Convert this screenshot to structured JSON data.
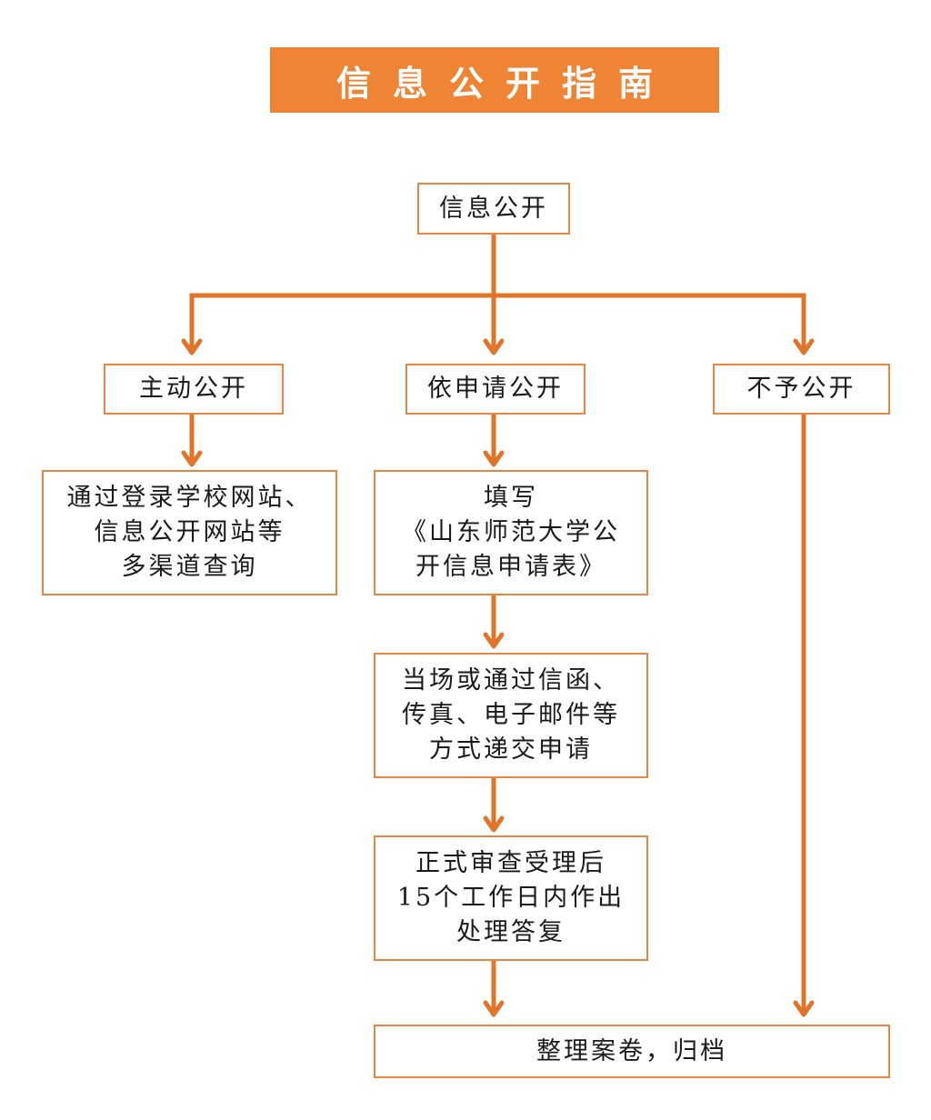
{
  "title": "信息公开指南",
  "colors": {
    "accent": "#ee8434",
    "border": "#ea8540",
    "arrow": "#e2742a"
  },
  "nodes": {
    "root": {
      "lines": [
        "信息公开"
      ]
    },
    "proactive": {
      "lines": [
        "主动公开"
      ]
    },
    "on_request": {
      "lines": [
        "依申请公开"
      ]
    },
    "not_disclosed": {
      "lines": [
        "不予公开"
      ]
    },
    "proactive_channels": {
      "lines": [
        "通过登录学校网站、",
        "信息公开网站等",
        "多渠道查询"
      ]
    },
    "fill_form": {
      "lines": [
        "填写",
        "《山东师范大学公",
        "开信息申请表》"
      ]
    },
    "submit": {
      "lines": [
        "当场或通过信函、",
        "传真、电子邮件等",
        "方式递交申请"
      ]
    },
    "review": {
      "lines": [
        "正式审查受理后",
        "15个工作日内作出",
        "处理答复"
      ]
    },
    "archive": {
      "lines": [
        "整理案卷，归档"
      ]
    }
  }
}
